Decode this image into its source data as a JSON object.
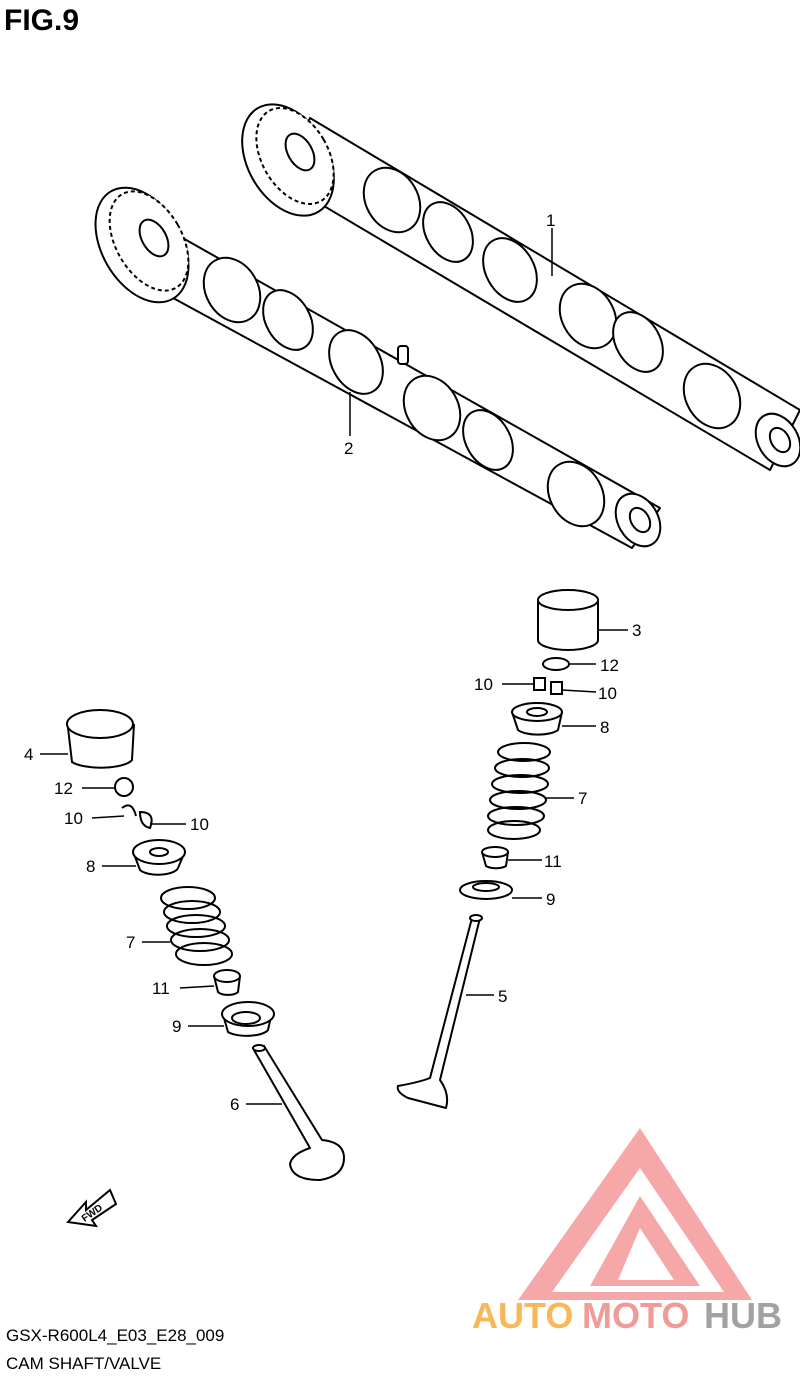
{
  "header": {
    "figure_label": "FIG.9"
  },
  "footer": {
    "drawing_code": "GSX-R600L4_E03_E28_009",
    "section_name": "CAM SHAFT/VALVE"
  },
  "direction_marker": {
    "text": "FWD"
  },
  "watermark": {
    "part1": "AUTO",
    "part2": "MOTO",
    "part3": "HUB",
    "colors": {
      "part1": "#f6b85a",
      "part2": "#f29a98",
      "part3": "#a2a2a2",
      "logo": "#f6a3a3"
    }
  },
  "callouts": {
    "c1": "1",
    "c2": "2",
    "c3": "3",
    "c4": "4",
    "c5": "5",
    "c6": "6",
    "c7r": "7",
    "c7l": "7",
    "c8r": "8",
    "c8l": "8",
    "c9r": "9",
    "c9l": "9",
    "c10ra": "10",
    "c10rb": "10",
    "c10la": "10",
    "c10lb": "10",
    "c11r": "11",
    "c11l": "11",
    "c12r": "12",
    "c12l": "12"
  }
}
